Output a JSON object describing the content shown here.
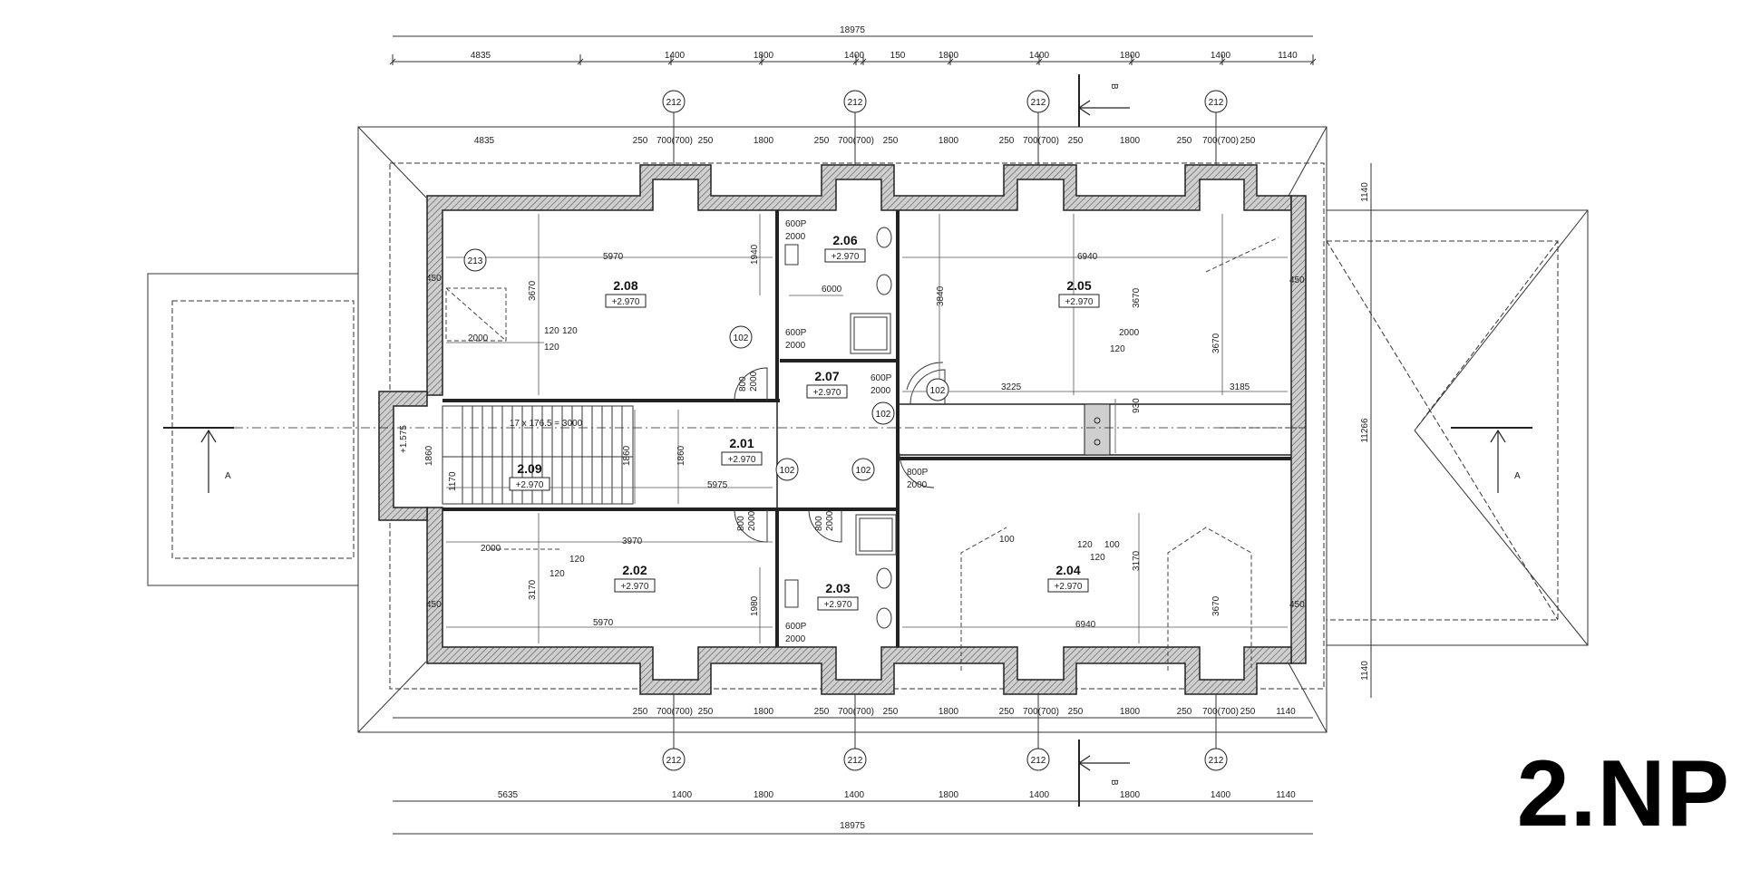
{
  "floor_label": "2.NP",
  "dims": {
    "top_total": "18975",
    "top_row": [
      "4835",
      "1400",
      "1800",
      "1400",
      "150",
      "1800",
      "1400",
      "1800",
      "1400",
      "1140"
    ],
    "inner_top": [
      "4835",
      "250",
      "700(700)",
      "250",
      "1800",
      "250",
      "700(700)",
      "250",
      "1800",
      "250",
      "700(700)",
      "250",
      "1800",
      "250",
      "700(700)",
      "250"
    ],
    "inner_bottom": [
      "250",
      "700(700)",
      "250",
      "1800",
      "250",
      "700(700)",
      "250",
      "1800",
      "250",
      "700(700)",
      "250",
      "1800",
      "250",
      "700(700)",
      "250",
      "1140"
    ],
    "bottom_row": [
      "5635",
      "1400",
      "1800",
      "1400",
      "1800",
      "1400",
      "1800",
      "1400",
      "1140"
    ],
    "bottom_total": "18975",
    "right_side": [
      "1140",
      "11266",
      "1140"
    ]
  },
  "bubbles": {
    "window": "212",
    "door": "102",
    "skylight": "213"
  },
  "sections": {
    "a": "A",
    "b": "B"
  },
  "rooms": [
    {
      "num": "2.08",
      "level": "+2.970"
    },
    {
      "num": "2.06",
      "level": "+2.970"
    },
    {
      "num": "2.05",
      "level": "+2.970"
    },
    {
      "num": "2.07",
      "level": "+2.970"
    },
    {
      "num": "2.01",
      "level": "+2.970"
    },
    {
      "num": "2.09",
      "level": "+2.970"
    },
    {
      "num": "2.02",
      "level": "+2.970"
    },
    {
      "num": "2.03",
      "level": "+2.970"
    },
    {
      "num": "2.04",
      "level": "+2.970"
    }
  ],
  "labels": {
    "d5970a": "5970",
    "d3670a": "3670",
    "d1940": "1940",
    "d450a": "450",
    "d2000a": "2000",
    "d120a": "120",
    "d120b": "120",
    "d120c": "120",
    "d600p": "600P",
    "d2000b": "2000",
    "d6000": "6000",
    "d600p2": "600P",
    "d2000c": "2000",
    "d3840": "3840",
    "d6940a": "6940",
    "d3670b": "3670",
    "d2000d": "2000",
    "d120d": "120",
    "d3670c": "3670",
    "d450b": "450",
    "d3225": "3225",
    "d3185": "3185",
    "d930": "930",
    "d600p3": "600P",
    "d2000e": "2000",
    "d800a": "800",
    "d2000f": "2000",
    "d800p": "800P",
    "d2000g": "2000",
    "stairs": "17 x 176.5 = 3000",
    "d1860a": "1860",
    "d1860b": "1860",
    "d1860c": "1860",
    "d1170": "1170",
    "d1575": "+1.575",
    "d5975": "5975",
    "d3970": "3970",
    "d2000h": "2000",
    "d120e": "120",
    "d120f": "120",
    "d3170a": "3170",
    "d5970b": "5970",
    "d1980": "1980",
    "d450c": "450",
    "d800b": "800",
    "d2000i": "2000",
    "d800c": "800",
    "d2000j": "2000",
    "d600p4": "600P",
    "d2000k": "2000",
    "d100a": "100",
    "d120g": "120",
    "d100b": "100",
    "d120h": "120",
    "d3170b": "3170",
    "d6940b": "6940",
    "d3670d": "3670",
    "d450d": "450"
  }
}
